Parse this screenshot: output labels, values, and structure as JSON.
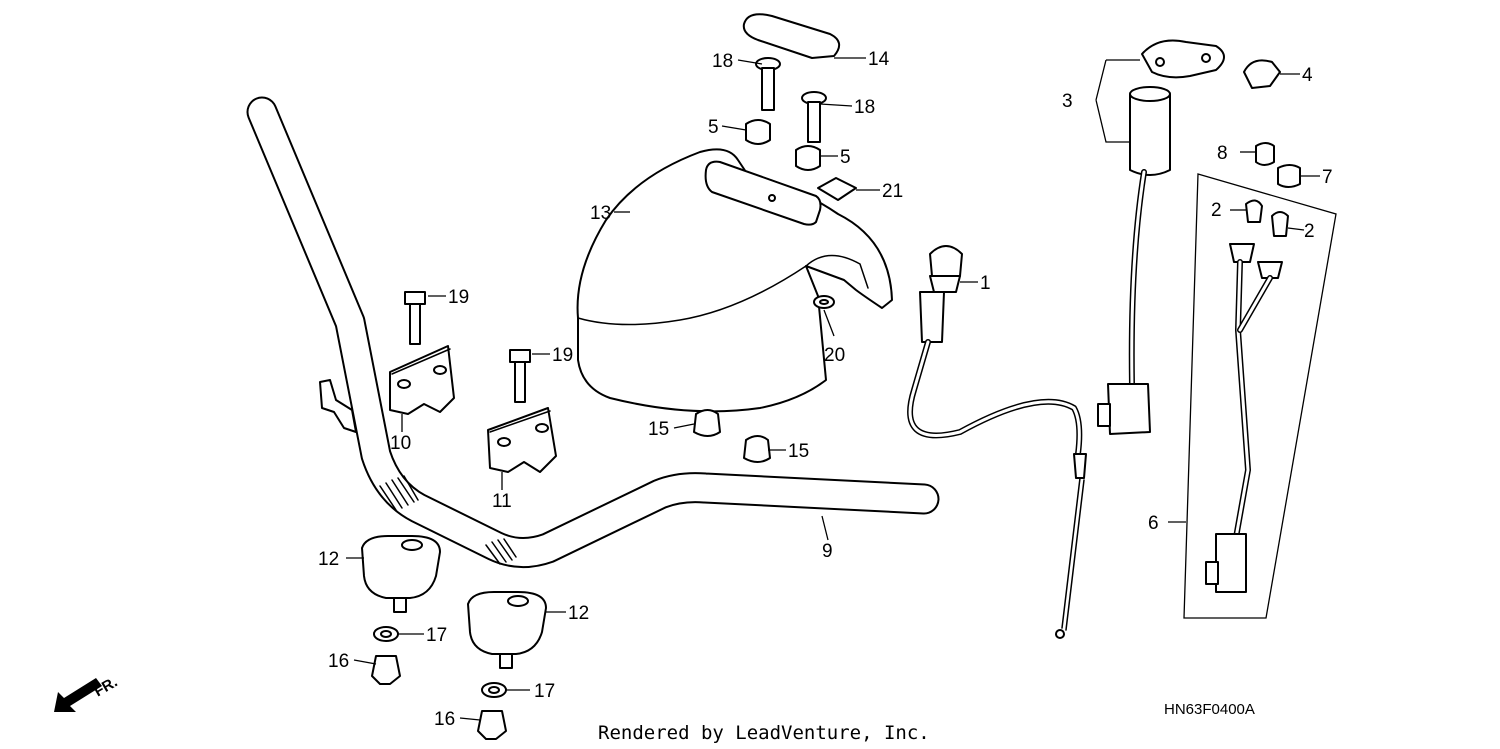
{
  "diagram": {
    "callouts": [
      "1",
      "2",
      "2",
      "3",
      "4",
      "5",
      "5",
      "6",
      "7",
      "8",
      "9",
      "10",
      "11",
      "12",
      "12",
      "13",
      "14",
      "15",
      "15",
      "16",
      "16",
      "17",
      "17",
      "18",
      "18",
      "19",
      "19",
      "20",
      "21"
    ],
    "diagram_code": "HN63F0400A",
    "front_label": "FR.",
    "footer": "Rendered by LeadVenture, Inc."
  }
}
